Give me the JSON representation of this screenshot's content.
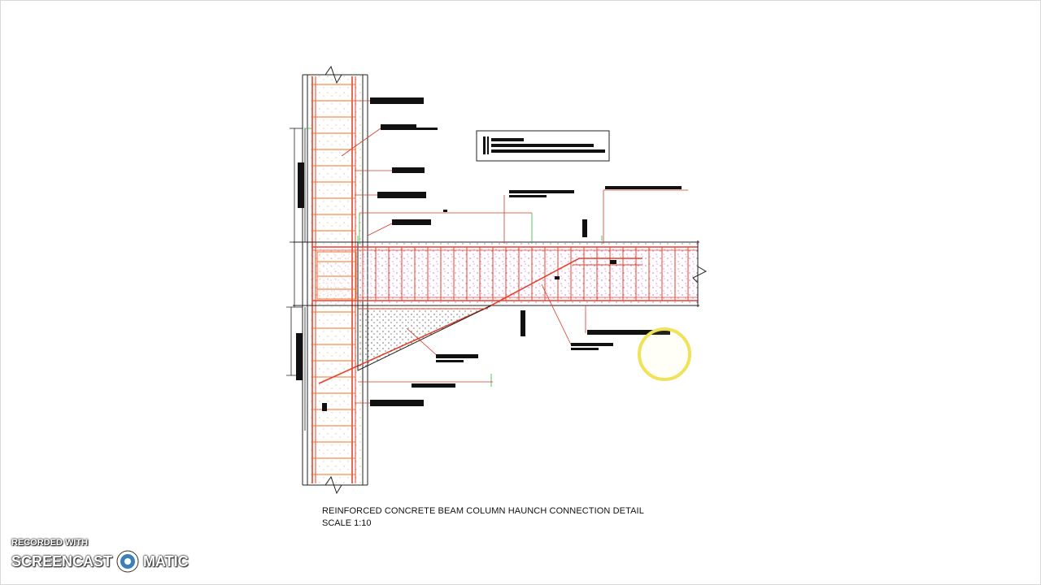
{
  "drawing": {
    "title": "REINFORCED CONCRETE BEAM COLUMN HAUNCH CONNECTION DETAIL",
    "scale": "SCALE 1:10"
  },
  "watermark": {
    "line1": "RECORDED WITH",
    "brand_left": "SCREENCAST",
    "brand_right": "MATIC",
    "logo_icon": "screencast-o-matic-logo-icon"
  },
  "cursor": {
    "icon": "cursor-highlight-ring-icon",
    "color": "#f1e25a"
  },
  "colors": {
    "rebar": "#e8412b",
    "stirrup": "#f07020",
    "concrete_dots": "#d94fd0",
    "leader": "#d23b2a",
    "label_bar": "#111111",
    "dimension": "#2bb53a"
  }
}
